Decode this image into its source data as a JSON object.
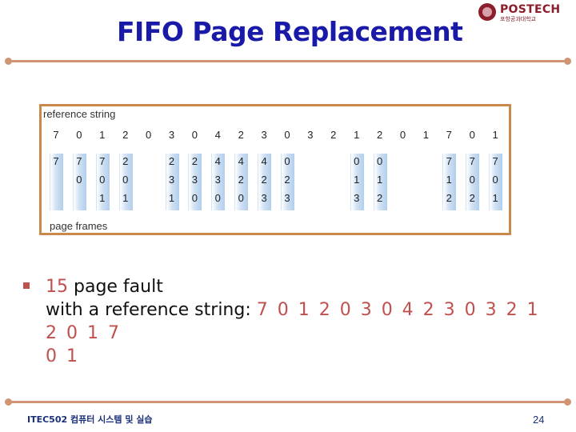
{
  "slide": {
    "title": "FIFO Page Replacement",
    "page_number": "24",
    "footer": "ITEC502 컴퓨터 시스템 및 실습"
  },
  "logo": {
    "name": "POSTECH",
    "subtitle": "포항공과대학교"
  },
  "figure": {
    "reference_label": "reference string",
    "frames_label": "page frames",
    "reference_string": [
      "7",
      "0",
      "1",
      "2",
      "0",
      "3",
      "0",
      "4",
      "2",
      "3",
      "0",
      "3",
      "2",
      "1",
      "2",
      "0",
      "1",
      "7",
      "0",
      "1"
    ],
    "frames": [
      {
        "col": 0,
        "values": [
          "7",
          "",
          ""
        ]
      },
      {
        "col": 1,
        "values": [
          "7",
          "0",
          ""
        ]
      },
      {
        "col": 2,
        "values": [
          "7",
          "0",
          "1"
        ]
      },
      {
        "col": 3,
        "values": [
          "2",
          "0",
          "1"
        ]
      },
      {
        "col": 5,
        "values": [
          "2",
          "3",
          "1"
        ]
      },
      {
        "col": 6,
        "values": [
          "2",
          "3",
          "0"
        ]
      },
      {
        "col": 7,
        "values": [
          "4",
          "3",
          "0"
        ]
      },
      {
        "col": 8,
        "values": [
          "4",
          "2",
          "0"
        ]
      },
      {
        "col": 9,
        "values": [
          "4",
          "2",
          "3"
        ]
      },
      {
        "col": 10,
        "values": [
          "0",
          "2",
          "3"
        ]
      },
      {
        "col": 13,
        "values": [
          "0",
          "1",
          "3"
        ]
      },
      {
        "col": 14,
        "values": [
          "0",
          "1",
          "2"
        ]
      },
      {
        "col": 17,
        "values": [
          "7",
          "1",
          "2"
        ]
      },
      {
        "col": 18,
        "values": [
          "7",
          "0",
          "2"
        ]
      },
      {
        "col": 19,
        "values": [
          "7",
          "0",
          "1"
        ]
      }
    ]
  },
  "bullet": {
    "count": "15",
    "text1": " page fault",
    "text2": "with a reference string: ",
    "sequence_line1": "7 0 1 2 0 3 0 4 2 3 0 3 2 1 2 0 1 7",
    "sequence_line2": "0 1"
  }
}
